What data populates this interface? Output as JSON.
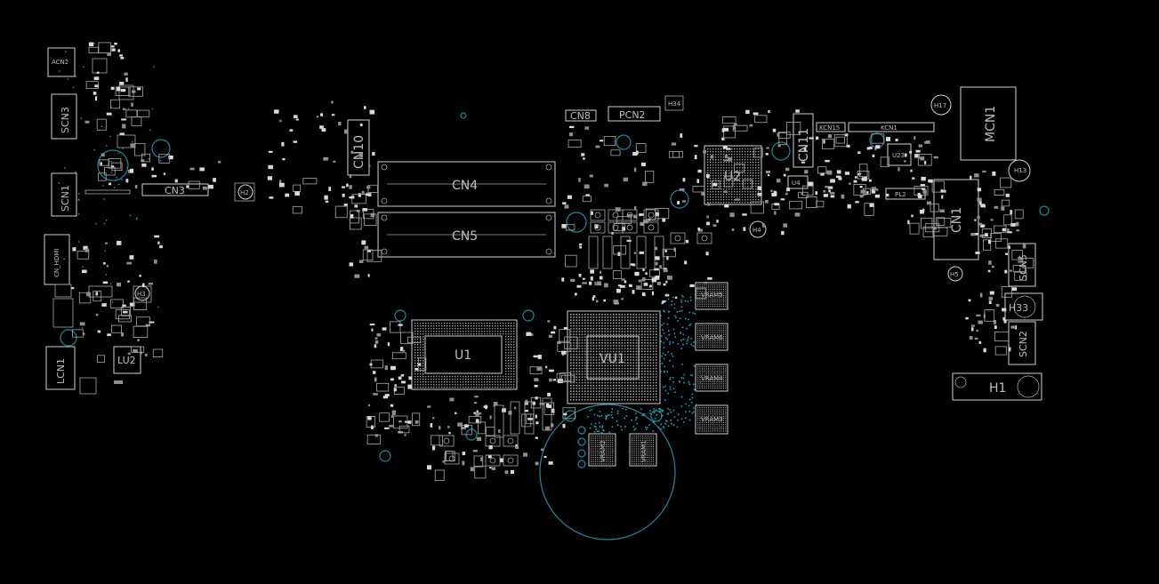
{
  "title": "",
  "components": [
    {
      "ref": "ACN2",
      "label": "ACN2"
    },
    {
      "ref": "SCN3",
      "label": "SCN3"
    },
    {
      "ref": "SCN1",
      "label": "SCN1"
    },
    {
      "ref": "CN_HDMI",
      "label": "CN_HDMI"
    },
    {
      "ref": "LCN1",
      "label": "LCN1"
    },
    {
      "ref": "LU2",
      "label": "LU2"
    },
    {
      "ref": "CN3",
      "label": "CN3"
    },
    {
      "ref": "CN10",
      "label": "CN10"
    },
    {
      "ref": "CN4",
      "label": "CN4"
    },
    {
      "ref": "CN5",
      "label": "CN5"
    },
    {
      "ref": "U1",
      "label": "U1"
    },
    {
      "ref": "VU1",
      "label": "VU1"
    },
    {
      "ref": "CN8",
      "label": "CN8"
    },
    {
      "ref": "PCN2",
      "label": "PCN2"
    },
    {
      "ref": "U2",
      "label": "U2"
    },
    {
      "ref": "CN11",
      "label": "CN11"
    },
    {
      "ref": "U4",
      "label": "U4"
    },
    {
      "ref": "KCN15",
      "label": "KCN15"
    },
    {
      "ref": "KCN1",
      "label": "KCN1"
    },
    {
      "ref": "U23",
      "label": "U23"
    },
    {
      "ref": "PL2",
      "label": "PL2"
    },
    {
      "ref": "CN1",
      "label": "CN1"
    },
    {
      "ref": "MCN1",
      "label": "MCN1"
    },
    {
      "ref": "SCN5",
      "label": "SCN5"
    },
    {
      "ref": "H33",
      "label": "H33"
    },
    {
      "ref": "SCN2",
      "label": "SCN2"
    },
    {
      "ref": "H1",
      "label": "H1"
    },
    {
      "ref": "VRAM5",
      "label": "VRAM5"
    },
    {
      "ref": "VRAM6",
      "label": "VRAM6"
    },
    {
      "ref": "VRAM4",
      "label": "VRAM4"
    },
    {
      "ref": "VRAM3",
      "label": "VRAM3"
    },
    {
      "ref": "VRAM2",
      "label": "VRAM2"
    },
    {
      "ref": "VRAM1",
      "label": "VRAM1"
    },
    {
      "ref": "H2",
      "label": "H2"
    },
    {
      "ref": "H3",
      "label": "H3"
    },
    {
      "ref": "H4",
      "label": "H4"
    },
    {
      "ref": "H5",
      "label": "H5"
    },
    {
      "ref": "H13",
      "label": "H13"
    },
    {
      "ref": "H17",
      "label": "H17"
    },
    {
      "ref": "H34",
      "label": "H34"
    }
  ],
  "colors": {
    "background": "#000000",
    "silkscreen": "#cfcfcf",
    "mounting_hole": "#1c8a9c",
    "via": "#1fa3b3"
  }
}
